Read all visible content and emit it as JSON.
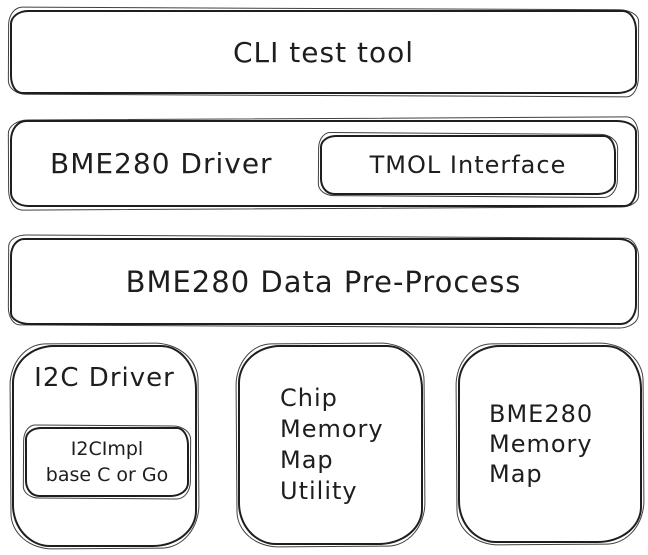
{
  "colors": {
    "stroke": "#1e1e1e",
    "background": "#ffffff"
  },
  "boxes": {
    "cli": {
      "label": "CLI test tool"
    },
    "bme280_driver": {
      "label": "BME280 Driver"
    },
    "tmol_interface": {
      "label": "TMOL Interface"
    },
    "bme280_preprocess": {
      "label": "BME280 Data Pre-Process"
    },
    "i2c_driver": {
      "label": "I2C Driver"
    },
    "i2c_impl": {
      "lines": [
        "I2CImpl",
        "base C or Go"
      ]
    },
    "chip_memory_map": {
      "lines": [
        "Chip",
        "Memory",
        "Map",
        "Utility"
      ]
    },
    "bme280_memory_map": {
      "lines": [
        "BME280",
        "Memory",
        "Map"
      ]
    }
  }
}
